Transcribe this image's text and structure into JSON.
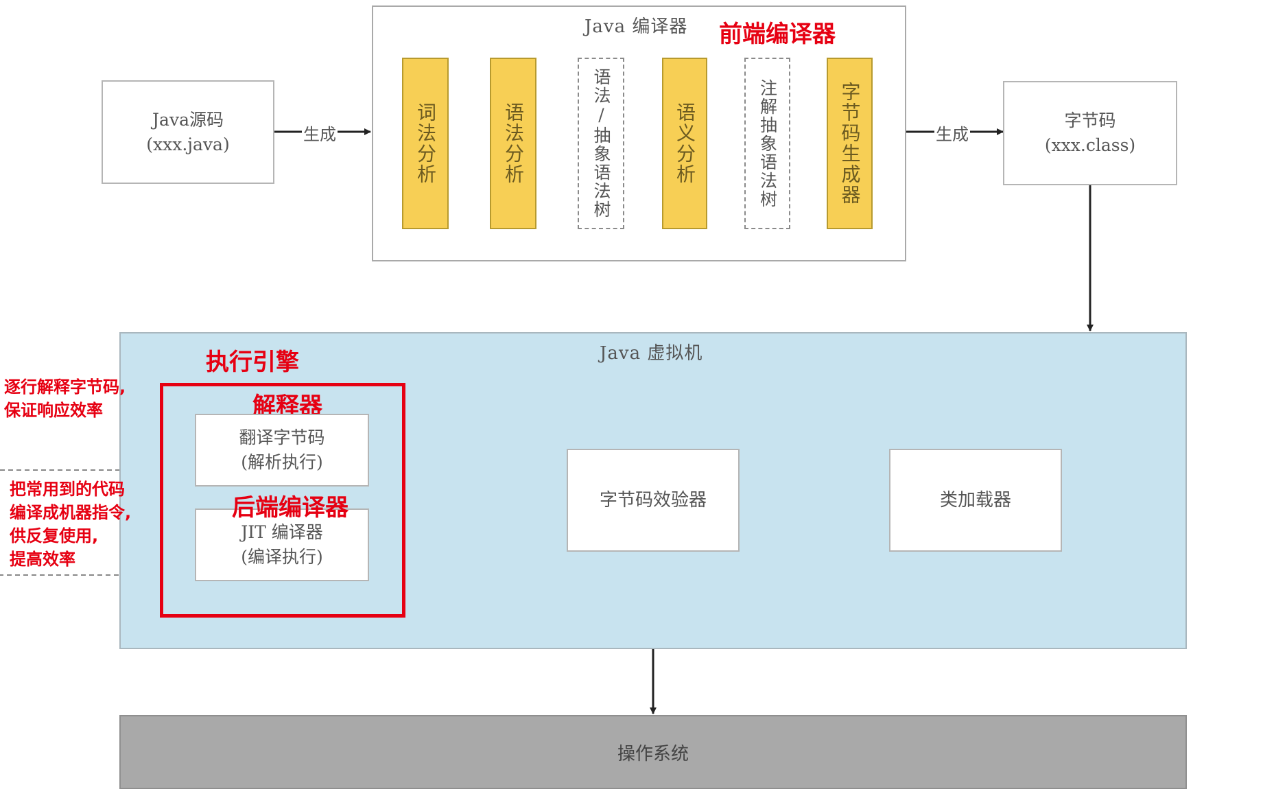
{
  "compiler": {
    "title": "Java 编译器",
    "front_label": "前端编译器",
    "steps": [
      "词法分析",
      "语法分析",
      "语法/抽象语法树",
      "语义分析",
      "注解抽象语法树",
      "字节码生成器"
    ]
  },
  "source": {
    "line1": "Java源码",
    "line2": "(xxx.java)"
  },
  "bytecode": {
    "line1": "字节码",
    "line2": "(xxx.class)"
  },
  "edge_labels": {
    "generate_left": "生成",
    "generate_right": "生成"
  },
  "jvm": {
    "title": "Java 虚拟机",
    "engine_label": "执行引擎",
    "interpreter_label": "解释器",
    "interpreter_box": {
      "line1": "翻译字节码",
      "line2": "(解析执行)"
    },
    "backend_label": "后端编译器",
    "jit_box": {
      "line1": "JIT 编译器",
      "line2": "(编译执行)"
    },
    "verifier": "字节码效验器",
    "classloader": "类加载器"
  },
  "os": "操作系统",
  "annotations": {
    "interpreter_note": [
      "逐行解释字节码,",
      "保证响应效率"
    ],
    "jit_note": [
      "把常用到的代码",
      "编译成机器指令,",
      "供反复使用,",
      "提高效率"
    ]
  },
  "colors": {
    "highlight": "#f7cf55",
    "jvm_bg": "#c8e3ef",
    "os_bg": "#a9a9a9",
    "annotation": "#e60012"
  }
}
